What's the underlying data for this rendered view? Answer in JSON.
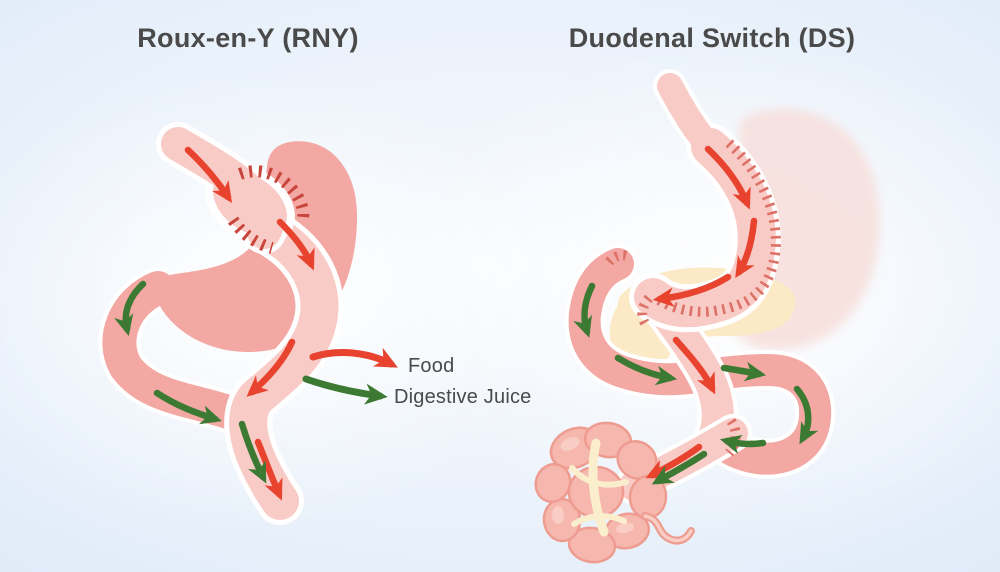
{
  "titles": {
    "left": "Roux-en-Y (RNY)",
    "right": "Duodenal Switch (DS)"
  },
  "legend": {
    "items": [
      {
        "id": "food",
        "label": "Food",
        "icon": "curved-red-arrow-icon",
        "color": "#e8432e"
      },
      {
        "id": "digestive_juice",
        "label": "Digestive Juice",
        "icon": "curved-green-arrow-icon",
        "color": "#3c7a33"
      }
    ]
  },
  "colors": {
    "background_edge": "#cfe1f5",
    "title_text": "#4a4a4a",
    "legend_text": "#4a4a4a",
    "food_red": "#e8432e",
    "juice_green": "#3c7a33",
    "pink_light": "#f9cbc6",
    "pink_dark": "#f3a8a3",
    "ghost_pink": "#f7e0dd",
    "pancreas_cream": "#fceac7",
    "staple_dark": "#c8453c",
    "staple_pink": "#dd7168",
    "bowel_fill": "#f6b7ae",
    "bowel_stroke": "#ee9c90",
    "bowel_highlight": "#f9cdc3",
    "mesentery_cream": "#fbeecd",
    "white_gap": "#ffffff"
  }
}
